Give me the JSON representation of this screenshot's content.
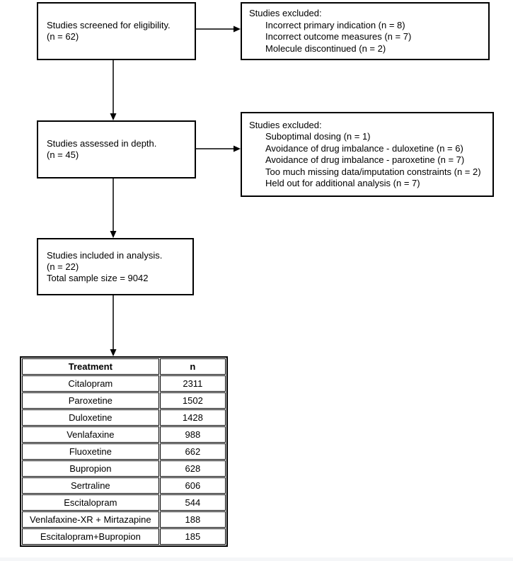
{
  "flowchart": {
    "screened": {
      "line1": "Studies screened for eligibility.",
      "line2": "(n = 62)"
    },
    "excluded1": {
      "title": "Studies excluded:",
      "reasons": [
        "Incorrect primary indication (n = 8)",
        "Incorrect outcome measures (n = 7)",
        "Molecule discontinued (n = 2)"
      ]
    },
    "assessed": {
      "line1": "Studies assessed in depth.",
      "line2": "(n = 45)"
    },
    "excluded2": {
      "title": "Studies excluded:",
      "reasons": [
        "Suboptimal dosing (n = 1)",
        "Avoidance of drug imbalance - duloxetine (n = 6)",
        "Avoidance of drug imbalance - paroxetine (n = 7)",
        "Too much missing data/imputation constraints (n = 2)",
        "Held out for additional analysis (n = 7)"
      ]
    },
    "included": {
      "line1": "Studies included in analysis.",
      "line2": "(n = 22)",
      "line3": "Total sample size = 9042"
    }
  },
  "table": {
    "headers": [
      "Treatment",
      "n"
    ],
    "rows": [
      {
        "treatment": "Citalopram",
        "n": "2311"
      },
      {
        "treatment": "Paroxetine",
        "n": "1502"
      },
      {
        "treatment": "Duloxetine",
        "n": "1428"
      },
      {
        "treatment": "Venlafaxine",
        "n": "988"
      },
      {
        "treatment": "Fluoxetine",
        "n": "662"
      },
      {
        "treatment": "Bupropion",
        "n": "628"
      },
      {
        "treatment": "Sertraline",
        "n": "606"
      },
      {
        "treatment": "Escitalopram",
        "n": "544"
      },
      {
        "treatment": "Venlafaxine-XR + Mirtazapine",
        "n": "188"
      },
      {
        "treatment": "Escitalopram+Bupropion",
        "n": "185"
      }
    ]
  },
  "colors": {
    "line": "#000000",
    "background": "#ffffff",
    "bottom_strip": "#f5f6f8"
  }
}
